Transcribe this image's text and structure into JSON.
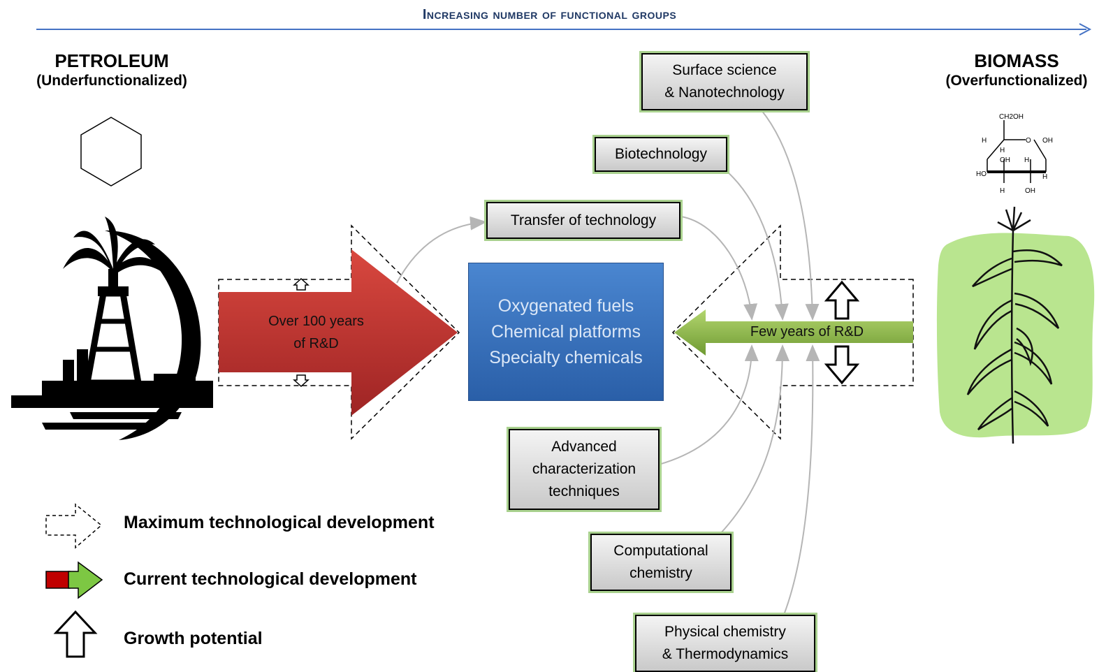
{
  "header": {
    "title": "Increasing number of functional groups"
  },
  "petroleum": {
    "title": "PETROLEUM",
    "subtitle": "(Underfunctionalized)"
  },
  "biomass": {
    "title": "BIOMASS",
    "subtitle": "(Overfunctionalized)",
    "molecule_labels": {
      "top": "CH2OH",
      "h1": "H",
      "h2": "H",
      "h3": "H",
      "h4": "H",
      "h5": "H",
      "oh1": "OH",
      "oh2": "OH",
      "oh3": "OH",
      "ho": "HO",
      "o": "O"
    }
  },
  "red_arrow": {
    "line1": "Over 100 years",
    "line2": "of R&D"
  },
  "green_arrow": {
    "label": "Few years of R&D"
  },
  "center": {
    "line1": "Oxygenated fuels",
    "line2": "Chemical platforms",
    "line3": "Specialty chemicals"
  },
  "boxes": {
    "surface": {
      "line1": "Surface science",
      "line2": "& Nanotechnology"
    },
    "biotech": {
      "label": "Biotechnology"
    },
    "transfer": {
      "label": "Transfer of technology"
    },
    "advanced": {
      "line1": "Advanced",
      "line2": "characterization",
      "line3": "techniques"
    },
    "computational": {
      "line1": "Computational",
      "line2": "chemistry"
    },
    "physical": {
      "line1": "Physical chemistry",
      "line2": "& Thermodynamics"
    }
  },
  "legend": {
    "max": "Maximum technological development",
    "current": "Current technological development",
    "growth": "Growth potential"
  },
  "colors": {
    "header_line": "#4472c4",
    "red_arrow": "#c0392b",
    "green_arrow": "#8db84a",
    "center_box": "#3a74c0",
    "box_border": "#a9d18e",
    "biomass_bg": "#b9e58f"
  }
}
